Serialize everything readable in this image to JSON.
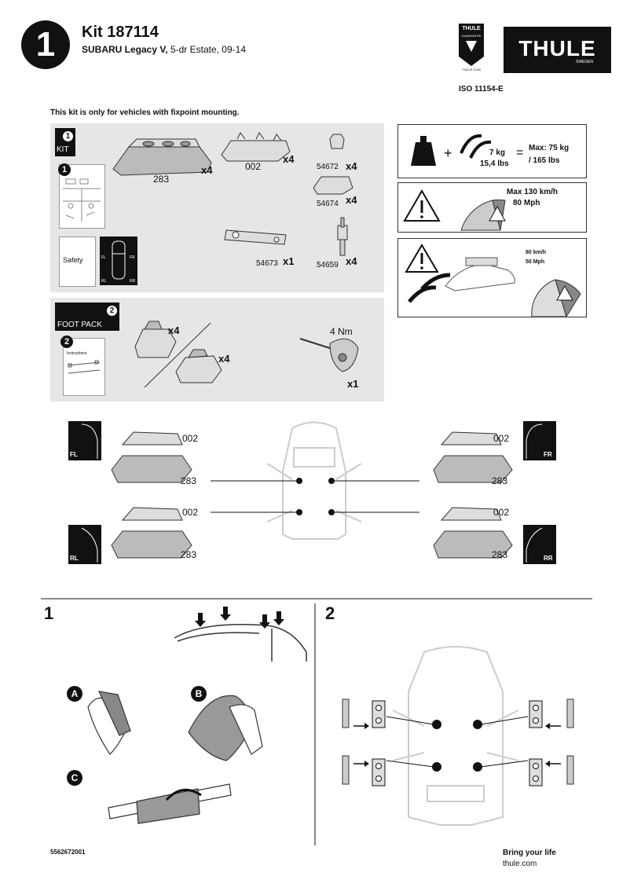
{
  "header": {
    "step_number": "1",
    "kit_title": "Kit 187114",
    "vehicle_model": "SUBARU Legacy V,",
    "vehicle_detail": "5-dr Estate, 09-14",
    "iso": "ISO 11154-E",
    "guarantee_badge": {
      "brand": "THULE",
      "text": "GUARANTEE",
      "site": "THULE.COM"
    },
    "logo": {
      "brand": "THULE",
      "country": "SWEDEN"
    }
  },
  "notice": "This kit is only for vehicles with fixpoint mounting.",
  "kit_box": {
    "badge_number": "1",
    "badge_label": "KIT",
    "booklet_number": "1",
    "safety_label": "Safety",
    "car_positions": [
      "FL",
      "FR",
      "RL",
      "RR"
    ],
    "parts": [
      {
        "code": "283",
        "qty": "x4"
      },
      {
        "code": "002",
        "qty": "x4"
      },
      {
        "code": "54672",
        "qty": "x4"
      },
      {
        "code": "54674",
        "qty": "x4"
      },
      {
        "code": "54673",
        "qty": "x1"
      },
      {
        "code": "54659",
        "qty": "x4"
      }
    ]
  },
  "footpack_box": {
    "badge_number": "2",
    "badge_label": "FOOT PACK",
    "booklet_number": "2",
    "booklet_title": "Instructions",
    "foot_qty_1": "x4",
    "foot_qty_2": "x4",
    "torque": "4 Nm",
    "tool_qty": "x1"
  },
  "warnings": {
    "load_weight": "7 kg",
    "load_weight_lbs": "15,4 lbs",
    "max_load": "Max: 75 kg",
    "max_load_lbs": "/ 165 lbs",
    "max_speed": "Max  130 km/h",
    "max_speed_mph": "80 Mph",
    "wind_speed": "80 km/h",
    "wind_speed_mph": "50 Mph"
  },
  "placement": {
    "fl": {
      "pos": "FL",
      "top": "002",
      "bottom": "283"
    },
    "fr": {
      "pos": "FR",
      "top": "002",
      "bottom": "283"
    },
    "rl": {
      "pos": "RL",
      "top": "002",
      "bottom": "283"
    },
    "rr": {
      "pos": "RR",
      "top": "002",
      "bottom": "283"
    }
  },
  "steps": {
    "step1": "1",
    "step2": "2",
    "substep_a": "A",
    "substep_b": "B",
    "substep_c": "C"
  },
  "footer": {
    "doc_number": "5562672001",
    "tagline": "Bring your life",
    "website": "thule.com"
  }
}
